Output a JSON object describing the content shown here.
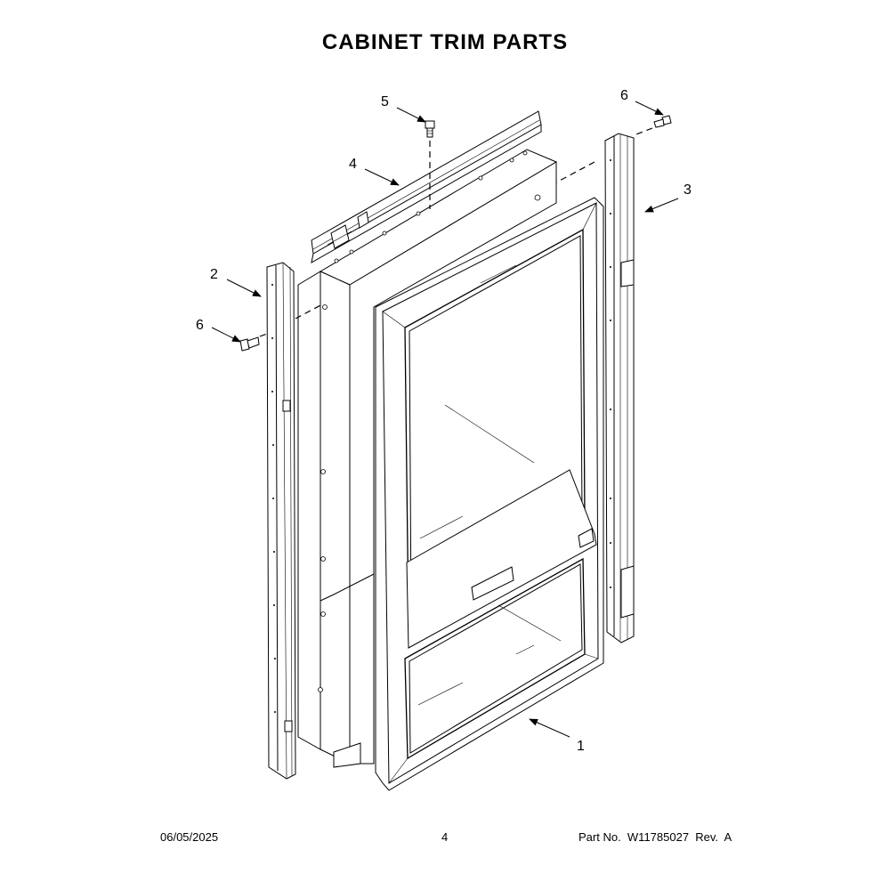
{
  "title": "CABINET TRIM PARTS",
  "callouts": [
    {
      "id": "1",
      "label": "1",
      "part": "door-frame"
    },
    {
      "id": "2",
      "label": "2",
      "part": "left-side-trim"
    },
    {
      "id": "3",
      "label": "3",
      "part": "right-side-trim"
    },
    {
      "id": "4",
      "label": "4",
      "part": "top-trim"
    },
    {
      "id": "5",
      "label": "5",
      "part": "screw-top"
    },
    {
      "id": "6a",
      "label": "6",
      "part": "screw-right"
    },
    {
      "id": "6b",
      "label": "6",
      "part": "screw-left"
    }
  ],
  "footer": {
    "date": "06/05/2025",
    "page": "4",
    "part_number": "Part No.  W11785027  Rev.  A"
  }
}
